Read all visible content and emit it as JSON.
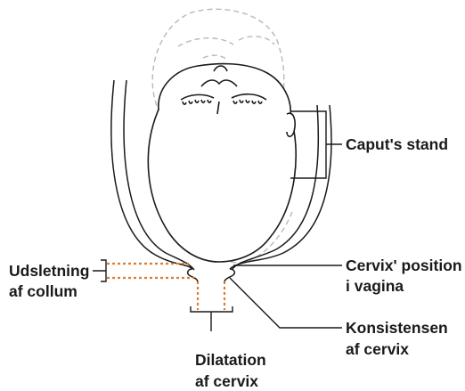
{
  "labels": {
    "caput_stand": "Caput's stand",
    "cervix_position_line1": "Cervix' position",
    "cervix_position_line2": "i vagina",
    "konsistens_line1": "Konsistensen",
    "konsistens_line2": "af cervix",
    "dilatation_line1": "Dilatation",
    "dilatation_line2": "af cervix",
    "udsletning_line1": "Udsletning",
    "udsletning_line2": "af collum"
  },
  "colors": {
    "outline": "#1a1a1a",
    "ghost_head": "#b8b8b8",
    "measure_dotted": "#e07b2a"
  }
}
